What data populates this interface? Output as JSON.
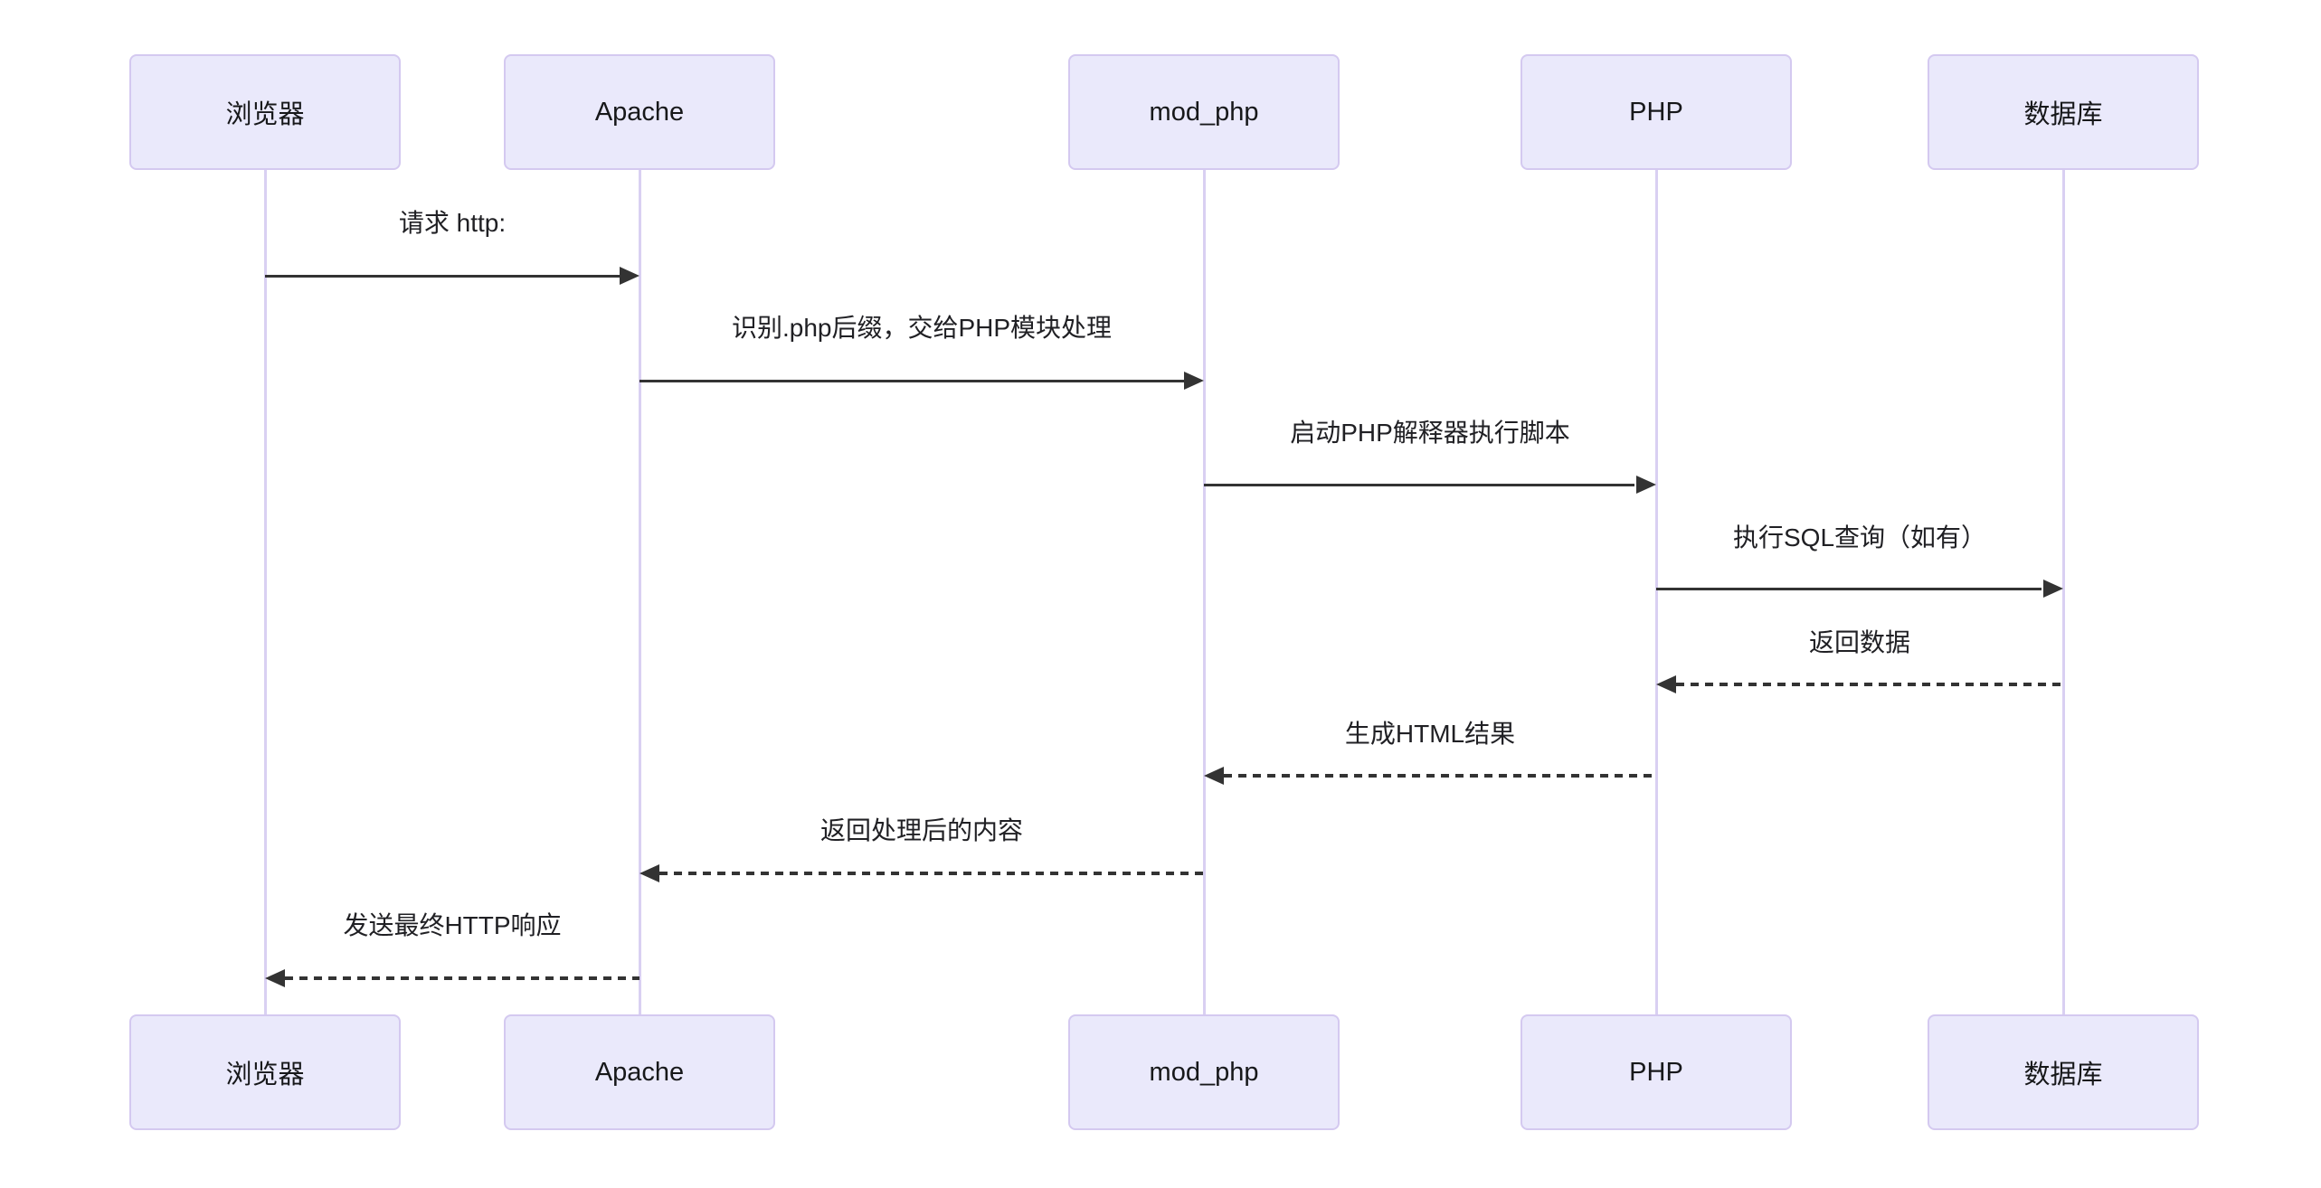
{
  "diagram": {
    "type": "sequence-diagram",
    "topic": "Apache mod_php request flow",
    "actors": [
      {
        "id": "browser",
        "label": "浏览器"
      },
      {
        "id": "apache",
        "label": "Apache"
      },
      {
        "id": "mod_php",
        "label": "mod_php"
      },
      {
        "id": "php",
        "label": "PHP"
      },
      {
        "id": "database",
        "label": "数据库"
      }
    ],
    "messages": [
      {
        "from": "浏览器",
        "to": "Apache",
        "text": "请求 http:",
        "style": "solid",
        "direction": "right"
      },
      {
        "from": "Apache",
        "to": "mod_php",
        "text": "识别.php后缀，交给PHP模块处理",
        "style": "solid",
        "direction": "right"
      },
      {
        "from": "mod_php",
        "to": "PHP",
        "text": "启动PHP解释器执行脚本",
        "style": "solid",
        "direction": "right"
      },
      {
        "from": "PHP",
        "to": "数据库",
        "text": "执行SQL查询（如有）",
        "style": "solid",
        "direction": "right"
      },
      {
        "from": "数据库",
        "to": "PHP",
        "text": "返回数据",
        "style": "dashed",
        "direction": "left"
      },
      {
        "from": "PHP",
        "to": "mod_php",
        "text": "生成HTML结果",
        "style": "dashed",
        "direction": "left"
      },
      {
        "from": "mod_php",
        "to": "Apache",
        "text": "返回处理后的内容",
        "style": "dashed",
        "direction": "left"
      },
      {
        "from": "Apache",
        "to": "浏览器",
        "text": "发送最终HTTP响应",
        "style": "dashed",
        "direction": "left"
      }
    ],
    "colors": {
      "background": "#ffffff",
      "actor_fill": "#eae9fb",
      "actor_border": "#d4c9f0",
      "lifeline": "#d9d0f2",
      "arrow": "#333333",
      "text": "#202024"
    }
  }
}
